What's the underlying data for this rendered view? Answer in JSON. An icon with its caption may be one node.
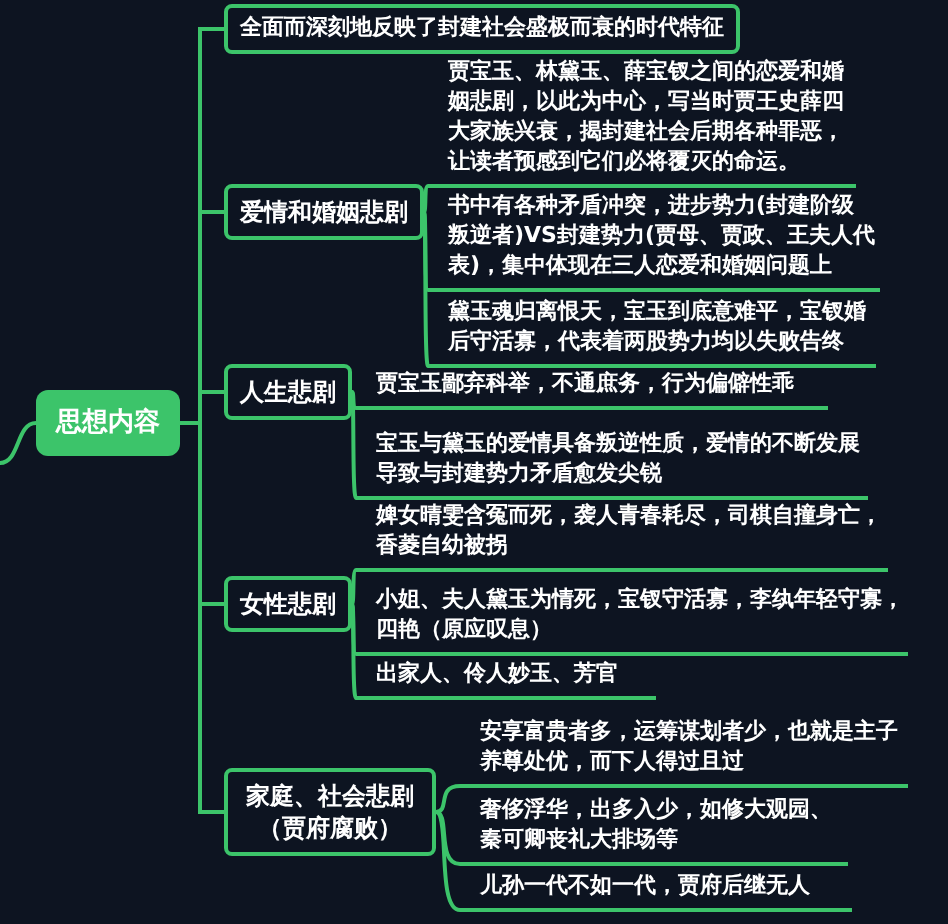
{
  "diagram": {
    "nodes": [
      {
        "text": [
          "思想内容"
        ]
      },
      {
        "text": [
          "全面而深刻地反映了封建社会盛极而衰的时代特征"
        ]
      },
      {
        "text": [
          "爱情和婚姻悲剧"
        ]
      },
      {
        "text": [
          "贾宝玉、林黛玉、薛宝钗之间的恋爱和婚姻悲剧，以此为中心，写当时贾王史薛四大家族兴衰，揭封建社会后期各种罪恶，让读者预感到它们必将覆灭的命运。"
        ]
      },
      {
        "text": [
          "书中有各种矛盾冲突，进步势力(封建阶级叛逆者)VS封建势力(贾母、贾政、王夫人代表)，集中体现在三人恋爱和婚姻问题上"
        ]
      },
      {
        "text": [
          "黛玉魂归离恨天，宝玉到底意难平，宝钗婚后守活寡，代表着两股势力均以失败告终"
        ]
      },
      {
        "text": [
          "人生悲剧"
        ]
      },
      {
        "text": [
          "贾宝玉鄙弃科举，不通庶务，行为偏僻性乖"
        ]
      },
      {
        "text": [
          "宝玉与黛玉的爱情具备叛逆性质，爱情的不断发展导致与封建势力矛盾愈发尖锐"
        ]
      },
      {
        "text": [
          "女性悲剧"
        ]
      },
      {
        "text": [
          "婢女晴雯含冤而死，袭人青春耗尽，司棋自撞身亡，香菱自幼被拐"
        ]
      },
      {
        "text": [
          "小姐、夫人黛玉为情死，宝钗守活寡，李纨年轻守寡，四艳（原应叹息）"
        ]
      },
      {
        "text": [
          "出家人、伶人妙玉、芳官"
        ]
      },
      {
        "text": [
          "家庭、社会悲剧（贾府腐败）"
        ]
      },
      {
        "text": [
          "安享富贵者多，运筹谋划者少，也就是主子养尊处优，而下人得过且过"
        ]
      },
      {
        "text": [
          "奢侈浮华，出多入少，如修大观园、秦可卿丧礼大排场等"
        ]
      },
      {
        "text": [
          "儿孙一代不如一代，贾府后继无人"
        ]
      }
    ],
    "edges": [
      {
        "from": null,
        "to": 0,
        "arrow": "none"
      },
      {
        "from": 0,
        "to": 1,
        "arrow": "none"
      },
      {
        "from": 0,
        "to": 2,
        "arrow": "none"
      },
      {
        "from": 0,
        "to": 6,
        "arrow": "none"
      },
      {
        "from": 0,
        "to": 9,
        "arrow": "none"
      },
      {
        "from": 0,
        "to": 13,
        "arrow": "none"
      },
      {
        "from": 2,
        "to": 3,
        "arrow": "none"
      },
      {
        "from": 2,
        "to": 4,
        "arrow": "none"
      },
      {
        "from": 2,
        "to": 5,
        "arrow": "none"
      },
      {
        "from": 6,
        "to": 7,
        "arrow": "none"
      },
      {
        "from": 6,
        "to": 8,
        "arrow": "none"
      },
      {
        "from": 9,
        "to": 10,
        "arrow": "none"
      },
      {
        "from": 9,
        "to": 11,
        "arrow": "none"
      },
      {
        "from": 9,
        "to": 12,
        "arrow": "none"
      },
      {
        "from": 13,
        "to": 14,
        "arrow": "none"
      },
      {
        "from": 13,
        "to": 15,
        "arrow": "none"
      },
      {
        "from": 13,
        "to": 16,
        "arrow": "none"
      }
    ]
  }
}
